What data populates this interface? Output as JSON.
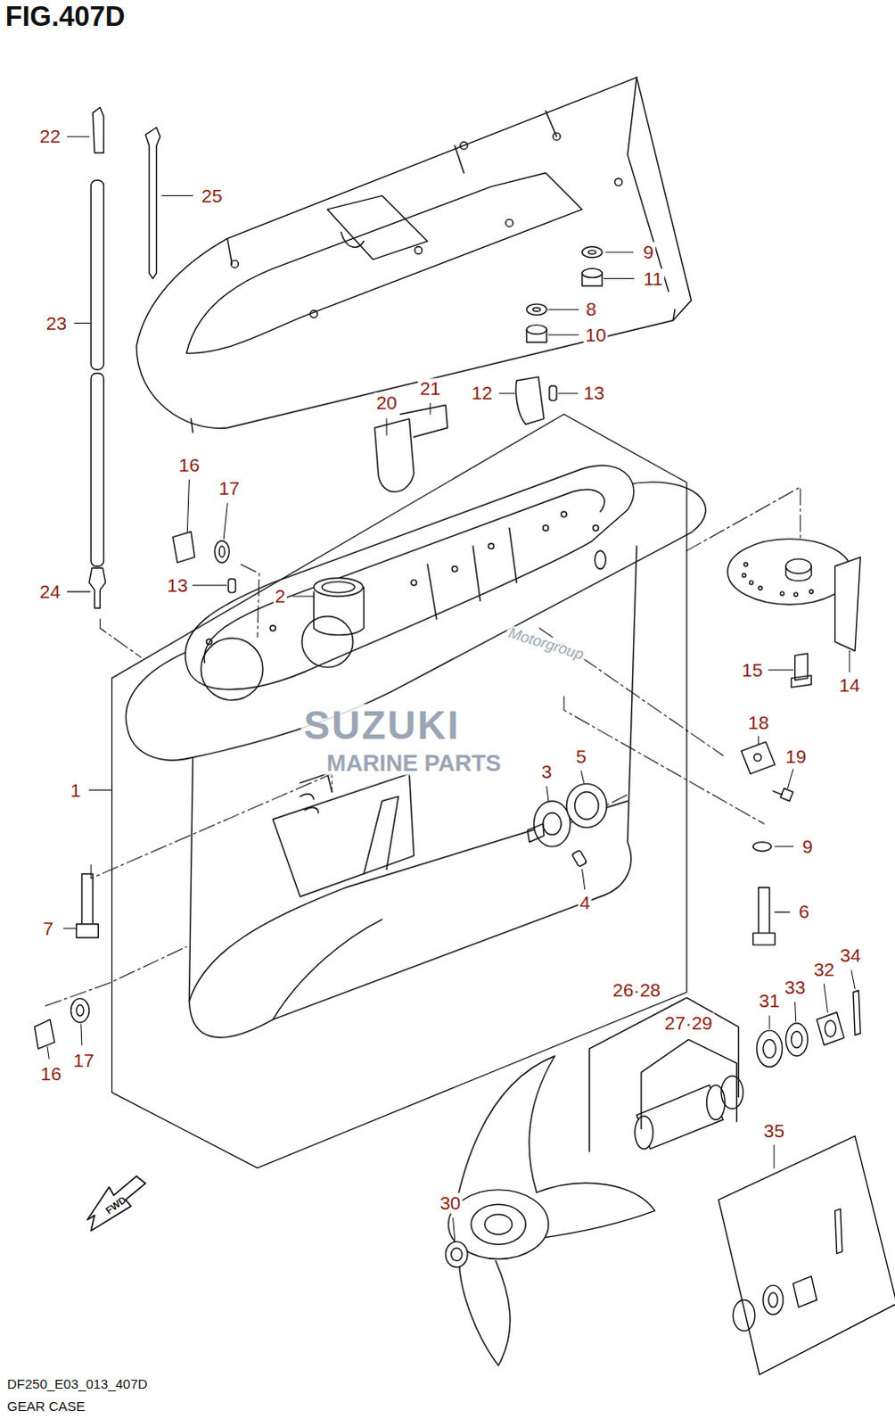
{
  "diagram": {
    "title": "FIG.407D",
    "caption": "GEAR CASE",
    "labels": [
      "22",
      "25",
      "23",
      "9",
      "11",
      "8",
      "10",
      "12",
      "13",
      "20",
      "21",
      "16",
      "17",
      "13",
      "2",
      "24",
      "15",
      "14",
      "18",
      "19",
      "1",
      "3",
      "5",
      "4",
      "9",
      "7",
      "6",
      "16",
      "17",
      "26·28",
      "27·29",
      "31",
      "33",
      "32",
      "34",
      "35",
      "30",
      "FWD",
      "DF250_E03_013_407D",
      "SUZUKI",
      "MARINE PARTS",
      "Motorgroup"
    ]
  }
}
